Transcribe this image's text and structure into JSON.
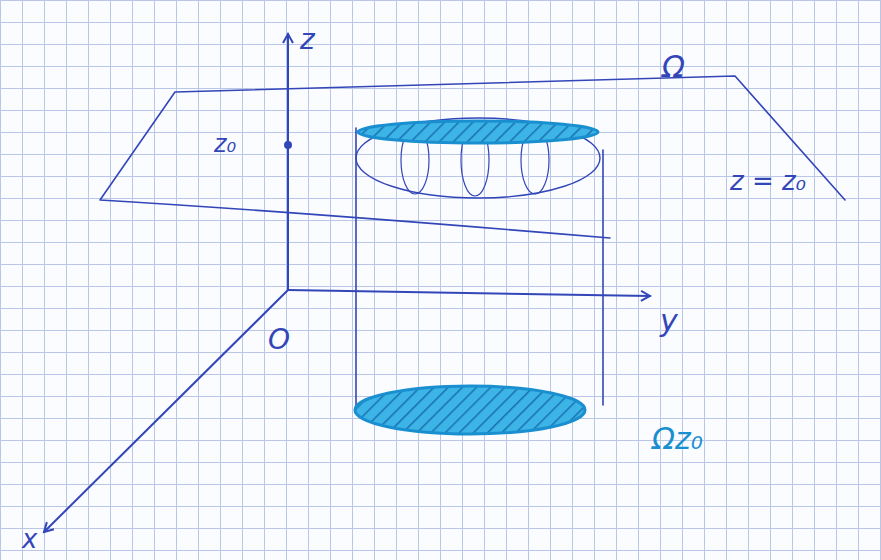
{
  "diagram": {
    "labels": [
      "z",
      "z₀",
      "Ω",
      "z = z₀",
      "O",
      "y",
      "x",
      "Ωz₀"
    ]
  }
}
